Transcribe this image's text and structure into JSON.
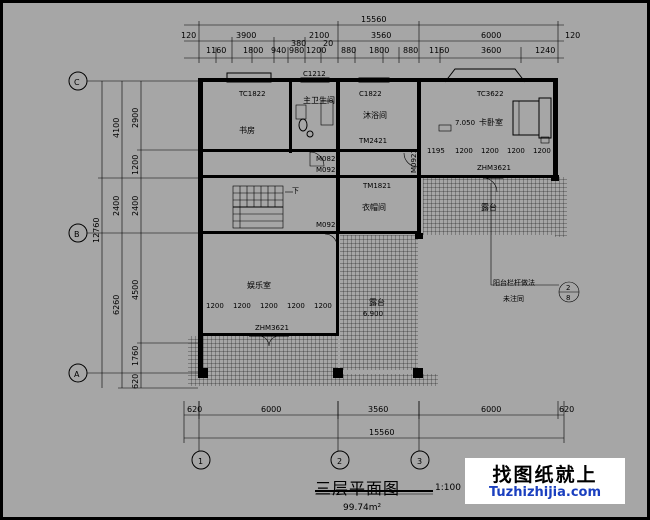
{
  "drawing": {
    "title": "三层平面图",
    "scale": "1:100",
    "area": "99.74m²"
  },
  "watermark": {
    "cn": "找图纸就上",
    "url": "Tuzhizhijia.com"
  },
  "axes": {
    "rows": [
      "C",
      "B",
      "A"
    ],
    "cols": [
      "1",
      "2",
      "3"
    ]
  },
  "top_dims": {
    "total": "15560",
    "edge_l": "120",
    "edge_r": "120",
    "row1": [
      "3900",
      "2100",
      "3560",
      "6000"
    ],
    "row2": [
      "1160",
      "1800",
      "940",
      "980",
      "1200",
      "880",
      "1800",
      "880",
      "1160",
      "3600",
      "1240"
    ],
    "small_380": "380",
    "small_20": "20"
  },
  "bottom_dims": {
    "total": "15560",
    "row": [
      "620",
      "6000",
      "3560",
      "6000",
      "620"
    ]
  },
  "left_dims": {
    "total": "12760",
    "outer": [
      "4100",
      "2400",
      "6260"
    ],
    "inner": [
      "2900",
      "1200",
      "2400",
      "4500",
      "1760",
      "620"
    ]
  },
  "rooms": {
    "study": "书房",
    "bath": "主卫生间",
    "shower": "沐浴间",
    "bedroom": "卡卧室",
    "closet": "衣帽间",
    "ent": "娱乐室",
    "terrace1": "露台",
    "terrace2": "露台",
    "down": "下"
  },
  "labels": {
    "tc1822": "TC1822",
    "c1212": "C1212",
    "c1822": "C1822",
    "tc3622": "TC3622",
    "tm2421": "TM2421",
    "m0821": "M0821",
    "m0921a": "M0921",
    "m0921b": "M0921",
    "m0921c": "M0921",
    "tm1821": "TM1821",
    "zhm3621a": "ZHM3621",
    "zhm3621b": "ZHM3621",
    "elev1": "7.050",
    "elev2": "6.900",
    "rail_note1": "阳台栏杆做法",
    "rail_note2": "未注同",
    "rail_ref_top": "2",
    "rail_ref_bot": "8",
    "w1195": "1195",
    "w1200a": "1200",
    "w1200b": "1200",
    "w1200c": "1200",
    "w1200d": "1200",
    "b1200a": "1200",
    "b1200b": "1200",
    "b1200c": "1200",
    "b1200d": "1200",
    "b1200e": "1200"
  }
}
